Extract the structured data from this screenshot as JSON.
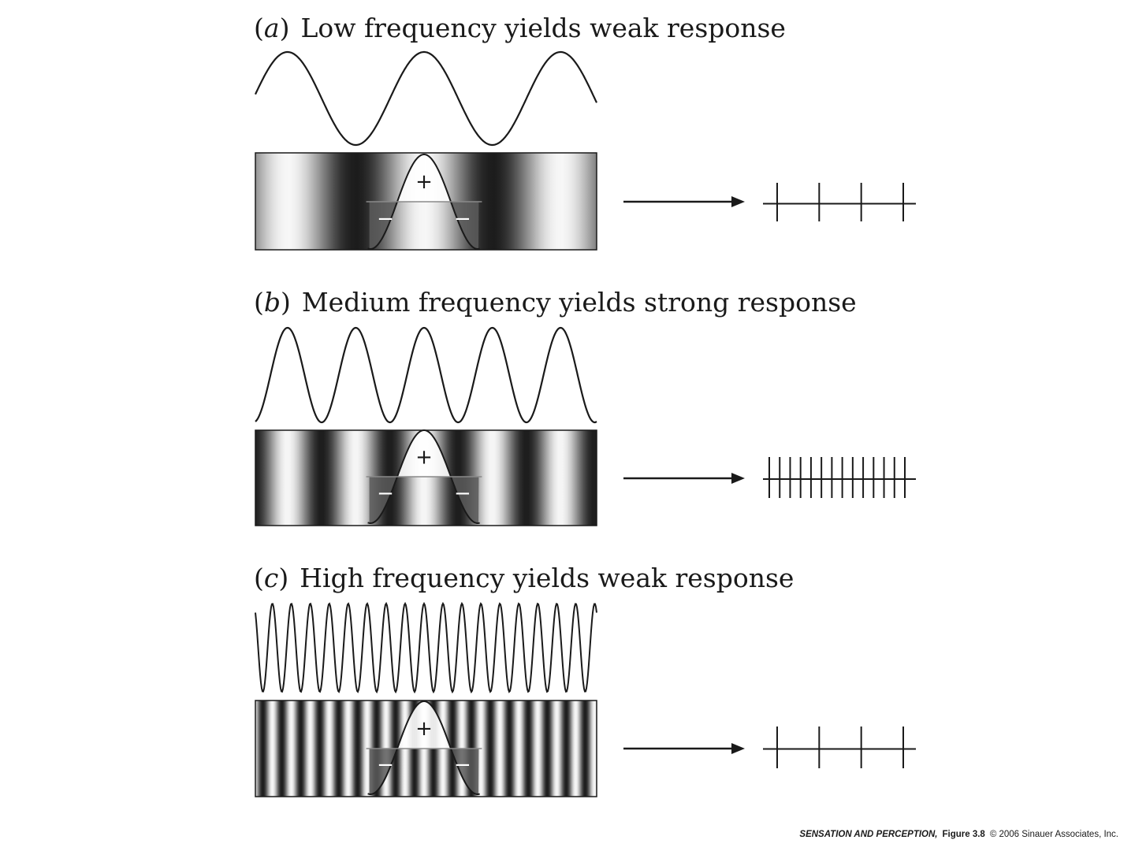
{
  "panels": [
    {
      "id": "a",
      "letter": "a",
      "caption": "Low frequency yields weak response",
      "cycles": 2.5,
      "spike_count": 4,
      "plus": "+",
      "minus": "−"
    },
    {
      "id": "b",
      "letter": "b",
      "caption": "Medium frequency yields strong response",
      "cycles": 5,
      "spike_count": 14,
      "plus": "+",
      "minus": "−"
    },
    {
      "id": "c",
      "letter": "c",
      "caption": "High frequency yields weak response",
      "cycles": 18,
      "spike_count": 4,
      "plus": "+",
      "minus": "−"
    }
  ],
  "credit": {
    "book": "SENSATION AND PERCEPTION,",
    "figure": "Figure 3.8",
    "copyright": "© 2006 Sinauer Associates, Inc."
  },
  "colors": {
    "stroke": "#1a1a1a",
    "grating_dark": "#1c1c1c",
    "grating_light": "#f7f7f7",
    "inhibitory_fill": "#5a5a5a",
    "excitatory_fill": "#ffffff"
  }
}
